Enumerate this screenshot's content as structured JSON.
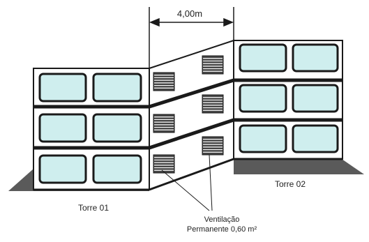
{
  "dimension": {
    "label": "4,00m"
  },
  "tower_left": {
    "label": "Torre 01"
  },
  "tower_right": {
    "label": "Torre 02"
  },
  "ventilation": {
    "line1": "Ventilação",
    "line2": "Permanente 0,60 m²"
  },
  "colors": {
    "stroke": "#1a1a1a",
    "window_glass": "#cfeeee",
    "ground": "#5a5a5a",
    "facade": "#ffffff"
  },
  "icons": {
    "vent": "louvered-vent-icon",
    "window": "window-icon"
  }
}
